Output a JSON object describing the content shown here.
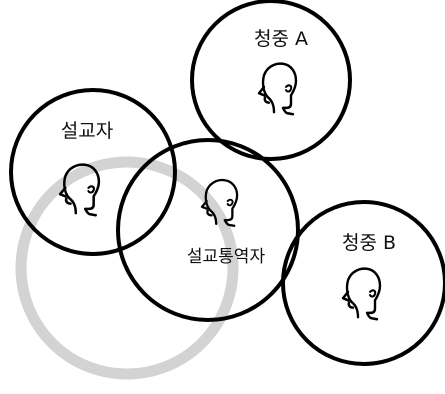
{
  "diagram": {
    "background_circle_color": "#d3d3d3",
    "stroke_color": "#000000",
    "nodes": [
      {
        "id": "listener-a",
        "label": "청중 A",
        "icon": "head-profile-icon"
      },
      {
        "id": "preacher",
        "label": "설교자",
        "icon": "head-profile-icon"
      },
      {
        "id": "interpreter",
        "label": "설교통역자",
        "icon": "head-profile-icon"
      },
      {
        "id": "listener-b",
        "label": "청중 B",
        "icon": "head-profile-icon"
      }
    ]
  }
}
